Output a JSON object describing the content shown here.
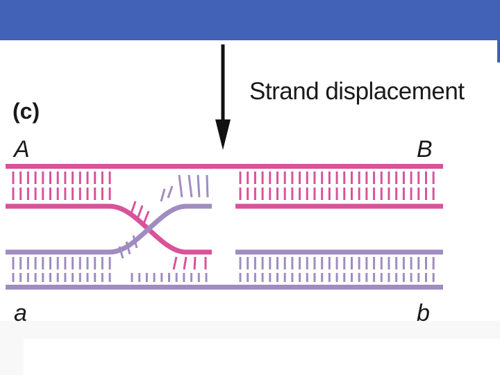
{
  "figure": {
    "panel_label": "(c)",
    "process_label": "Strand displacement",
    "alleles": {
      "top_left": "A",
      "top_right": "B",
      "bottom_left": "a",
      "bottom_right": "b"
    }
  },
  "colors": {
    "banner": "#4262b7",
    "strand_pink": "#d9529a",
    "strand_purple": "#a08cc0",
    "arrow": "#111111",
    "footer": "#f8f8f8"
  }
}
